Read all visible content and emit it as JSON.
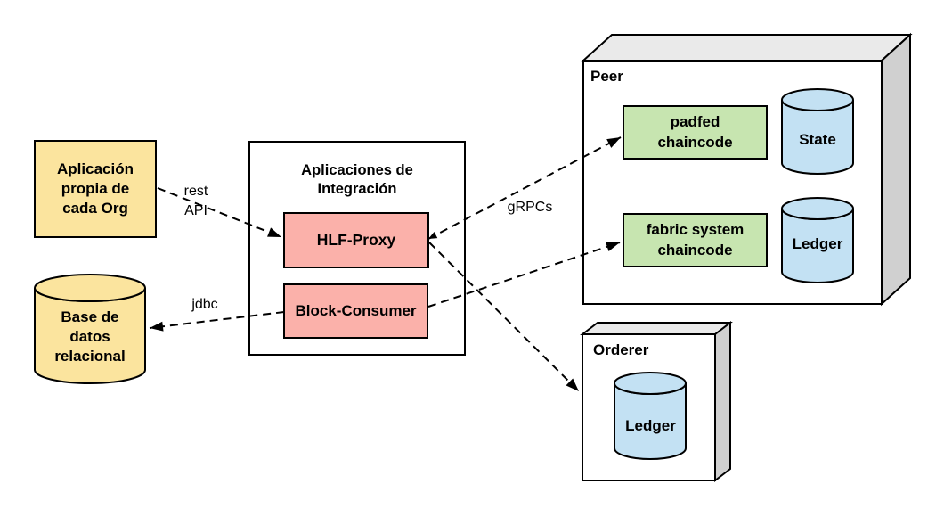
{
  "colors": {
    "yellow": "#FBE49E",
    "red": "#FBB1AA",
    "green": "#C7E5B0",
    "blue": "#C3E1F3",
    "gray_top": "#EAEAEA",
    "gray_side": "#D0D0D0",
    "white": "#FFFFFF",
    "line": "#000000"
  },
  "nodes": {
    "app_org": {
      "label": "Aplicación\npropia de\ncada Org"
    },
    "database": {
      "label": "Base de\ndatos\nrelacional"
    },
    "integration": {
      "title": "Aplicaciones de\nIntegración"
    },
    "hlf_proxy": {
      "label": "HLF-Proxy"
    },
    "block_consumer": {
      "label": "Block-Consumer"
    },
    "peer": {
      "title": "Peer"
    },
    "padfed_chaincode": {
      "label": "padfed\nchaincode"
    },
    "state": {
      "label": "State"
    },
    "fabric_chaincode": {
      "label": "fabric system\nchaincode"
    },
    "peer_ledger": {
      "label": "Ledger"
    },
    "orderer": {
      "title": "Orderer"
    },
    "orderer_ledger": {
      "label": "Ledger"
    }
  },
  "edges": {
    "rest_api": {
      "label": "rest\nAPI",
      "from": "app_org",
      "to": "hlf_proxy"
    },
    "jdbc": {
      "label": "jdbc",
      "from": "block_consumer",
      "to": "database"
    },
    "grpcs": {
      "label": "gRPCs",
      "from": "hlf_proxy",
      "to": "padfed_chaincode",
      "bidirectional": true
    },
    "block_consumer_to_fabric": {
      "from": "block_consumer",
      "to": "fabric_chaincode"
    },
    "hlf_proxy_to_orderer": {
      "from": "hlf_proxy",
      "to": "orderer"
    }
  }
}
